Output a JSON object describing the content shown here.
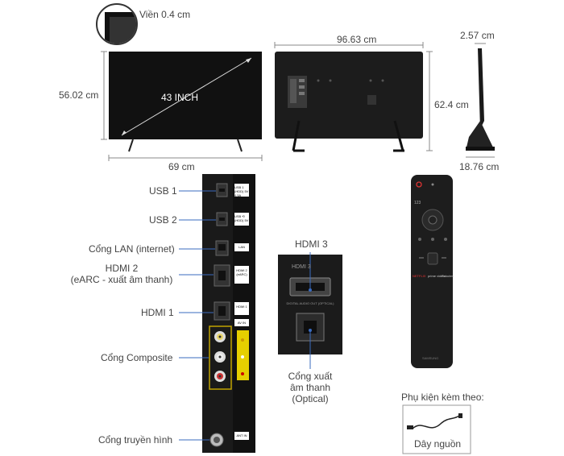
{
  "dimensions": {
    "bezel": "Viền 0.4 cm",
    "screen_size": "43 INCH",
    "front_height": "56.02 cm",
    "front_width": "69 cm",
    "back_width": "96.63 cm",
    "back_height": "62.4 cm",
    "side_depth_top": "2.57 cm",
    "side_depth_base": "18.76 cm"
  },
  "ports": {
    "usb1": "USB 1",
    "usb2": "USB 2",
    "lan": "Cổng LAN (internet)",
    "hdmi2_line1": "HDMI 2",
    "hdmi2_line2": "(eARC - xuất âm thanh)",
    "hdmi1": "HDMI 1",
    "composite": "Cổng Composite",
    "antenna": "Cổng truyền hình",
    "hdmi3": "HDMI 3",
    "optical_line1": "Cổng xuất",
    "optical_line2": "âm thanh",
    "optical_line3": "(Optical)"
  },
  "panel_labels": {
    "usb1": "USB 1 (HDD) 5V 0.5A",
    "usb2": "USB ⟲ (HDD) 5V",
    "lan": "LAN",
    "hdmi2": "HDMI 2 (eARC)",
    "hdmi1": "HDMI 1",
    "av_in": "AV IN",
    "ant_in": "ANT IN",
    "hdmi3_closeup": "HDMI 3",
    "optical_closeup": "DIGITAL AUDIO OUT (OPTICAL)"
  },
  "remote": {
    "num_label": "123",
    "netflix": "NETFLIX",
    "prime": "prime video",
    "rakuten": "Rakuten",
    "brand": "SAMSUNG"
  },
  "accessories": {
    "heading": "Phụ kiện kèm theo:",
    "power_cord": "Dây nguồn"
  }
}
